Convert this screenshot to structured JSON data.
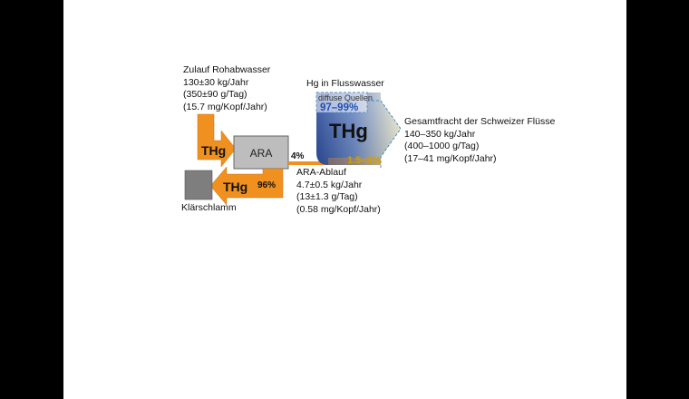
{
  "colors": {
    "flow_orange": "#F0901F",
    "ara_gray": "#BDBDBD",
    "sludge_gray": "#7E7E7E",
    "river_blue": "#2E4FA0",
    "river_light": "#F6F1D3",
    "diffuse_blue": "#1F4FB5",
    "percent_gold": "#C8A400",
    "frame_black": "#000000"
  },
  "inflow": {
    "title": "Zulauf Rohabwasser",
    "line1": "130±30 kg/Jahr",
    "line2": "(350±90 g/Tag)",
    "line3": "(15.7 mg/Kopf/Jahr)",
    "arrow_label": "THg"
  },
  "ara": {
    "label": "ARA"
  },
  "sludge": {
    "arrow_label": "THg",
    "percent": "96%",
    "label": "Klärschlamm"
  },
  "outflow": {
    "percent": "4%",
    "title": "ARA-Ablauf",
    "line1": "4.7±0.5 kg/Jahr",
    "line2": "(13±1.3 g/Tag)",
    "line3": "(0.58 mg/Kopf/Jahr)"
  },
  "river": {
    "title": "Hg in Flusswasser",
    "diffuse_label": "diffuse Quellen",
    "diffuse_percent": "97–99%",
    "big_label": "THg",
    "ara_percent": "1.5–3%"
  },
  "total": {
    "title": "Gesamtfracht der Schweizer Flüsse",
    "line1": "140–350 kg/Jahr",
    "line2": "(400–1000 g/Tag)",
    "line3": "(17–41 mg/Kopf/Jahr)"
  }
}
